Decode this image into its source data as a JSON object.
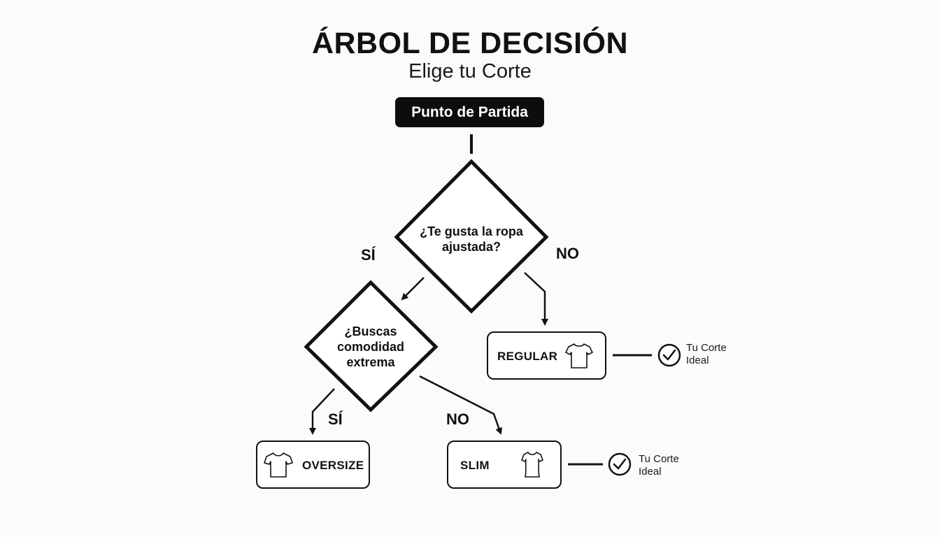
{
  "header": {
    "title": "ÁRBOL DE DECISIÓN",
    "subtitle": "Elige tu Corte"
  },
  "start": {
    "label": "Punto de Partida"
  },
  "question1": {
    "line1": "¿Te gusta la ropa",
    "line2": "ajustada?",
    "yes_label": "SÍ",
    "no_label": "NO"
  },
  "question2": {
    "line1": "¿Buscas",
    "line2": "comodidad",
    "line3": "extrema",
    "yes_label": "SÍ",
    "no_label": "NO"
  },
  "results": {
    "regular": {
      "label": "REGULAR",
      "icon": "tshirt-icon"
    },
    "oversize": {
      "label": "OVERSIZE",
      "icon": "tshirt-icon"
    },
    "slim": {
      "label": "SLIM",
      "icon": "fitted-shirt-icon"
    }
  },
  "ideal": {
    "line1": "Tu Corte",
    "line2": "Ideal",
    "icon": "check-circle-icon"
  }
}
